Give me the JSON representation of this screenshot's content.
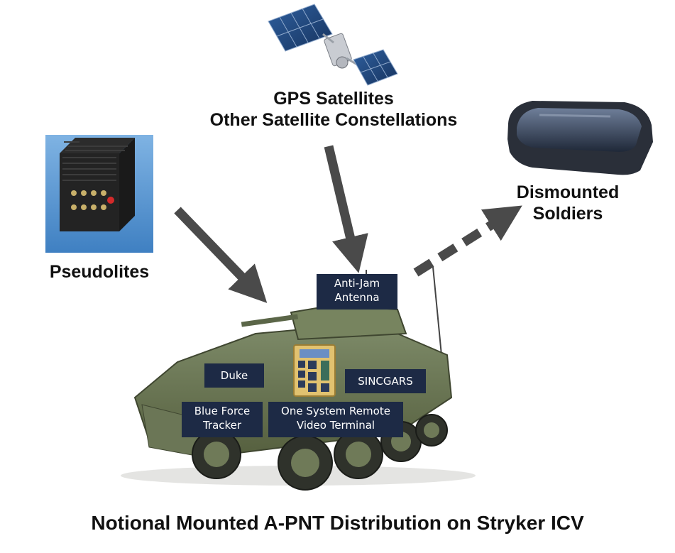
{
  "labels": {
    "gps_line1": "GPS Satellites",
    "gps_line2": "Other Satellite Constellations",
    "dismounted_line1": "Dismounted",
    "dismounted_line2": "Soldiers",
    "pseudolites": "Pseudolites",
    "antijam_line1": "Anti-Jam",
    "antijam_line2": "Antenna",
    "duke": "Duke",
    "sincgars": "SINCGARS",
    "bft_line1": "Blue Force",
    "bft_line2": "Tracker",
    "osrvt_line1": "One System Remote",
    "osrvt_line2": "Video Terminal",
    "caption": "Notional Mounted A-PNT Distribution on Stryker ICV"
  },
  "colors": {
    "label_box": "#1d2a45",
    "arrow": "#4a4a4a",
    "vehicle": "#6e7a5c",
    "pseudolite_bg": "#5b97cf"
  },
  "icons": [
    "satellite-icon",
    "dismounted-receiver-icon",
    "pseudolite-device-icon",
    "stryker-vehicle-icon",
    "terminal-display-icon"
  ]
}
